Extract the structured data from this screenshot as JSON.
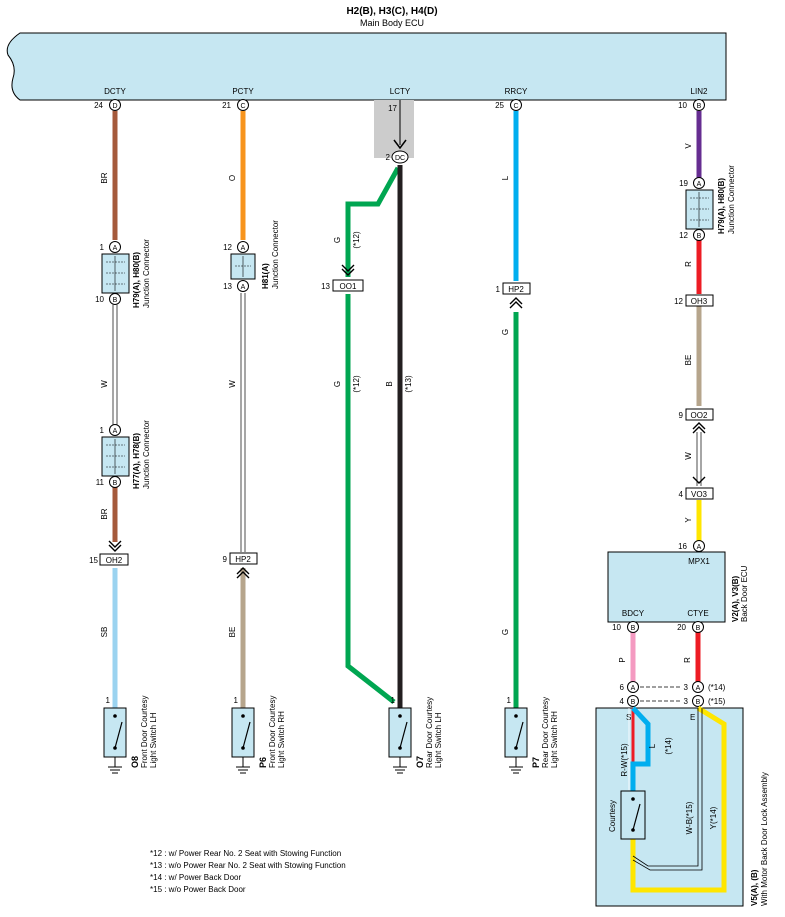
{
  "header": {
    "connector_ids": "H2(B), H3(C), H4(D)",
    "ecu_name": "Main Body ECU"
  },
  "ecu_terminals": {
    "dcty": {
      "name": "DCTY",
      "pin": "24",
      "conn": "D"
    },
    "pcty": {
      "name": "PCTY",
      "pin": "21",
      "conn": "C"
    },
    "lcty": {
      "name": "LCTY",
      "pin": "17",
      "pin2": "2",
      "conn2": "DC"
    },
    "rrcy": {
      "name": "RRCY",
      "pin": "25",
      "conn": "C"
    },
    "lin2": {
      "name": "LIN2",
      "pin": "10",
      "conn": "B"
    }
  },
  "wires": {
    "dcty_top": "BR",
    "dcty_mid": "W",
    "dcty_low": "BR",
    "dcty_bot": "SB",
    "pcty_top": "O",
    "pcty_mid": "W",
    "pcty_bot": "BE",
    "lcty_g_top": "G",
    "lcty_g_note": "(*12)",
    "lcty_g_mid": "G",
    "lcty_g_mid_note": "(*12)",
    "lcty_b": "B",
    "lcty_b_note": "(*13)",
    "rrcy_top": "L",
    "rrcy_mid": "G",
    "rrcy_bot": "G",
    "lin2_top": "V",
    "lin2_r": "R",
    "lin2_be": "BE",
    "lin2_w": "W",
    "lin2_y": "Y",
    "bdcy": "P",
    "ctye": "R",
    "rw": "R-W(*15)",
    "l14": "L",
    "l14_note": "(*14)",
    "wb": "W-B(*15)",
    "y14": "Y(*14)"
  },
  "junctions": {
    "h79_h80_left": {
      "name": "H79(A), H80(B)",
      "desc": "Junction Connector",
      "pin_top": "1",
      "conn_top": "A",
      "pin_bot": "10",
      "conn_bot": "B"
    },
    "h77_h78": {
      "name": "H77(A), H78(B)",
      "desc": "Junction Connector",
      "pin_top": "1",
      "conn_top": "A",
      "pin_bot": "11",
      "conn_bot": "B"
    },
    "h81": {
      "name": "H81(A)",
      "desc": "Junction Connector",
      "pin_top": "12",
      "conn_top": "A",
      "pin_bot": "13",
      "conn_bot": "A"
    },
    "h79_h80_right": {
      "name": "H79(A), H80(B)",
      "desc": "Junction Connector",
      "pin_top": "19",
      "conn_top": "A",
      "pin_bot": "12",
      "conn_bot": "B"
    }
  },
  "inline_connectors": {
    "oh2": {
      "label": "OH2",
      "pin": "15"
    },
    "hp2_left": {
      "label": "HP2",
      "pin": "9"
    },
    "oo1": {
      "label": "OO1",
      "pin": "13"
    },
    "hp2_right": {
      "label": "HP2",
      "pin": "1"
    },
    "oh3": {
      "label": "OH3",
      "pin": "12"
    },
    "oo2": {
      "label": "OO2",
      "pin": "9"
    },
    "vo3": {
      "label": "VO3",
      "pin": "4"
    }
  },
  "switches": {
    "o8": {
      "code": "O8",
      "line1": "Front Door Courtesy",
      "line2": "Light Switch LH",
      "pin": "1"
    },
    "p6": {
      "code": "P6",
      "line1": "Front Door Courtesy",
      "line2": "Light Switch RH",
      "pin": "1"
    },
    "o7": {
      "code": "O7",
      "line1": "Rear Door Courtesy",
      "line2": "Light Switch LH",
      "pin": "1"
    },
    "p7": {
      "code": "P7",
      "line1": "Rear Door Courtesy",
      "line2": "Light Switch RH",
      "pin": "1"
    }
  },
  "back_door_ecu": {
    "name": "V2(A), V3(B)",
    "desc": "Back Door ECU",
    "mpx1": "MPX1",
    "mpx1_pin": "16",
    "mpx1_conn": "A",
    "bdcy": "BDCY",
    "bdcy_pin": "10",
    "bdcy_conn": "B",
    "ctye": "CTYE",
    "ctye_pin": "20",
    "ctye_conn": "B"
  },
  "lock_assembly": {
    "name": "V5(A), (B)",
    "desc": "With Motor Back Door Lock Assembly",
    "courtesy": "Courtesy",
    "s": "S",
    "e": "E",
    "l_pin_a": "6",
    "l_conn_a": "A",
    "l_pin_b": "4",
    "l_conn_b": "B",
    "r_pin_a": "3",
    "r_conn_a": "A",
    "r_pin_b": "3",
    "r_conn_b": "B",
    "note_a": "(*14)",
    "note_b": "(*15)"
  },
  "notes": [
    "*12 : w/ Power Rear No. 2 Seat with Stowing Function",
    "*13 : w/o Power Rear No. 2 Seat with Stowing Function",
    "*14 : w/ Power Back Door",
    "*15 : w/o Power Back Door"
  ],
  "colors": {
    "ecu_fill": "#c6e7f2",
    "brown": "#a55a3c",
    "orange": "#f7941d",
    "black": "#231f20",
    "green": "#00a651",
    "blue": "#00aeef",
    "purple": "#662d91",
    "red": "#ed1c24",
    "tan": "#b6a58c",
    "yellow": "#ffe600",
    "pink": "#f49ac1",
    "skyblue": "#9bd3f0",
    "gray": "#cccccc"
  }
}
